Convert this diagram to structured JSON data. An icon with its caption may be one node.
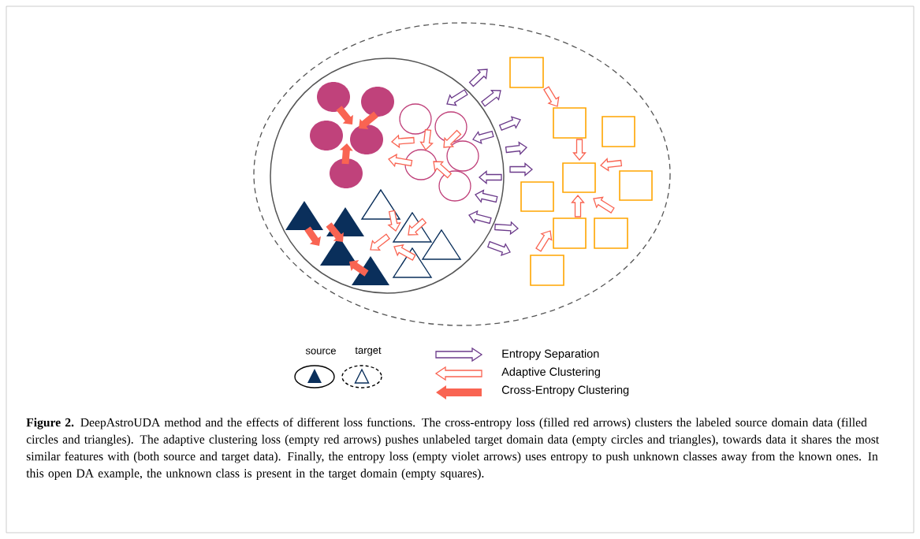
{
  "diagram": {
    "caption": "**Figure 2.** DeepAstroUDA method and the effects of different loss functions. The cross-entropy loss (filled red arrows) clusters the labeled source domain data (filled circles and triangles). The adaptive clustering loss (empty red arrows) pushes unlabeled target domain data (empty circles and triangles), towards data it shares the most similar features with (both source and target data). Finally, the entropy loss (empty violet arrows) uses entropy to push unknown classes away from the known ones. In this open DA example, the unknown class is present in the target domain (empty squares).",
    "legend": [
      {
        "text": "source"
      },
      {
        "text": "target"
      },
      {
        "text": "Entropy Separation"
      },
      {
        "text": "Adaptive Clustering"
      },
      {
        "text": "Cross-Entropy Clustering"
      }
    ]
  }
}
